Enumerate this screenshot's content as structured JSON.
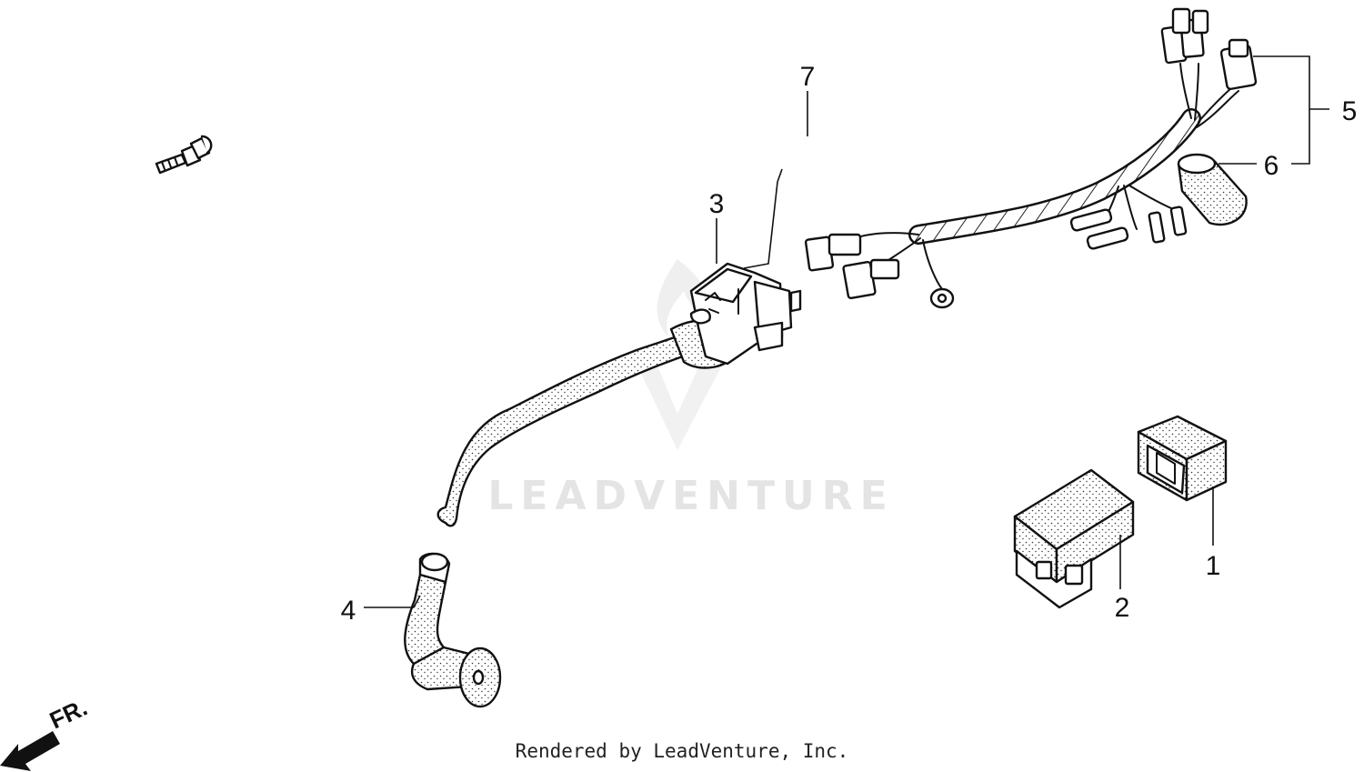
{
  "watermark": {
    "text": "LEADVENTURE"
  },
  "direction_label": "FR.",
  "credit": "Rendered by LeadVenture, Inc.",
  "callouts": [
    {
      "id": "1",
      "label": "1"
    },
    {
      "id": "2",
      "label": "2"
    },
    {
      "id": "3",
      "label": "3"
    },
    {
      "id": "4",
      "label": "4"
    },
    {
      "id": "5",
      "label": "5"
    },
    {
      "id": "6",
      "label": "6"
    },
    {
      "id": "7",
      "label": "7"
    }
  ]
}
